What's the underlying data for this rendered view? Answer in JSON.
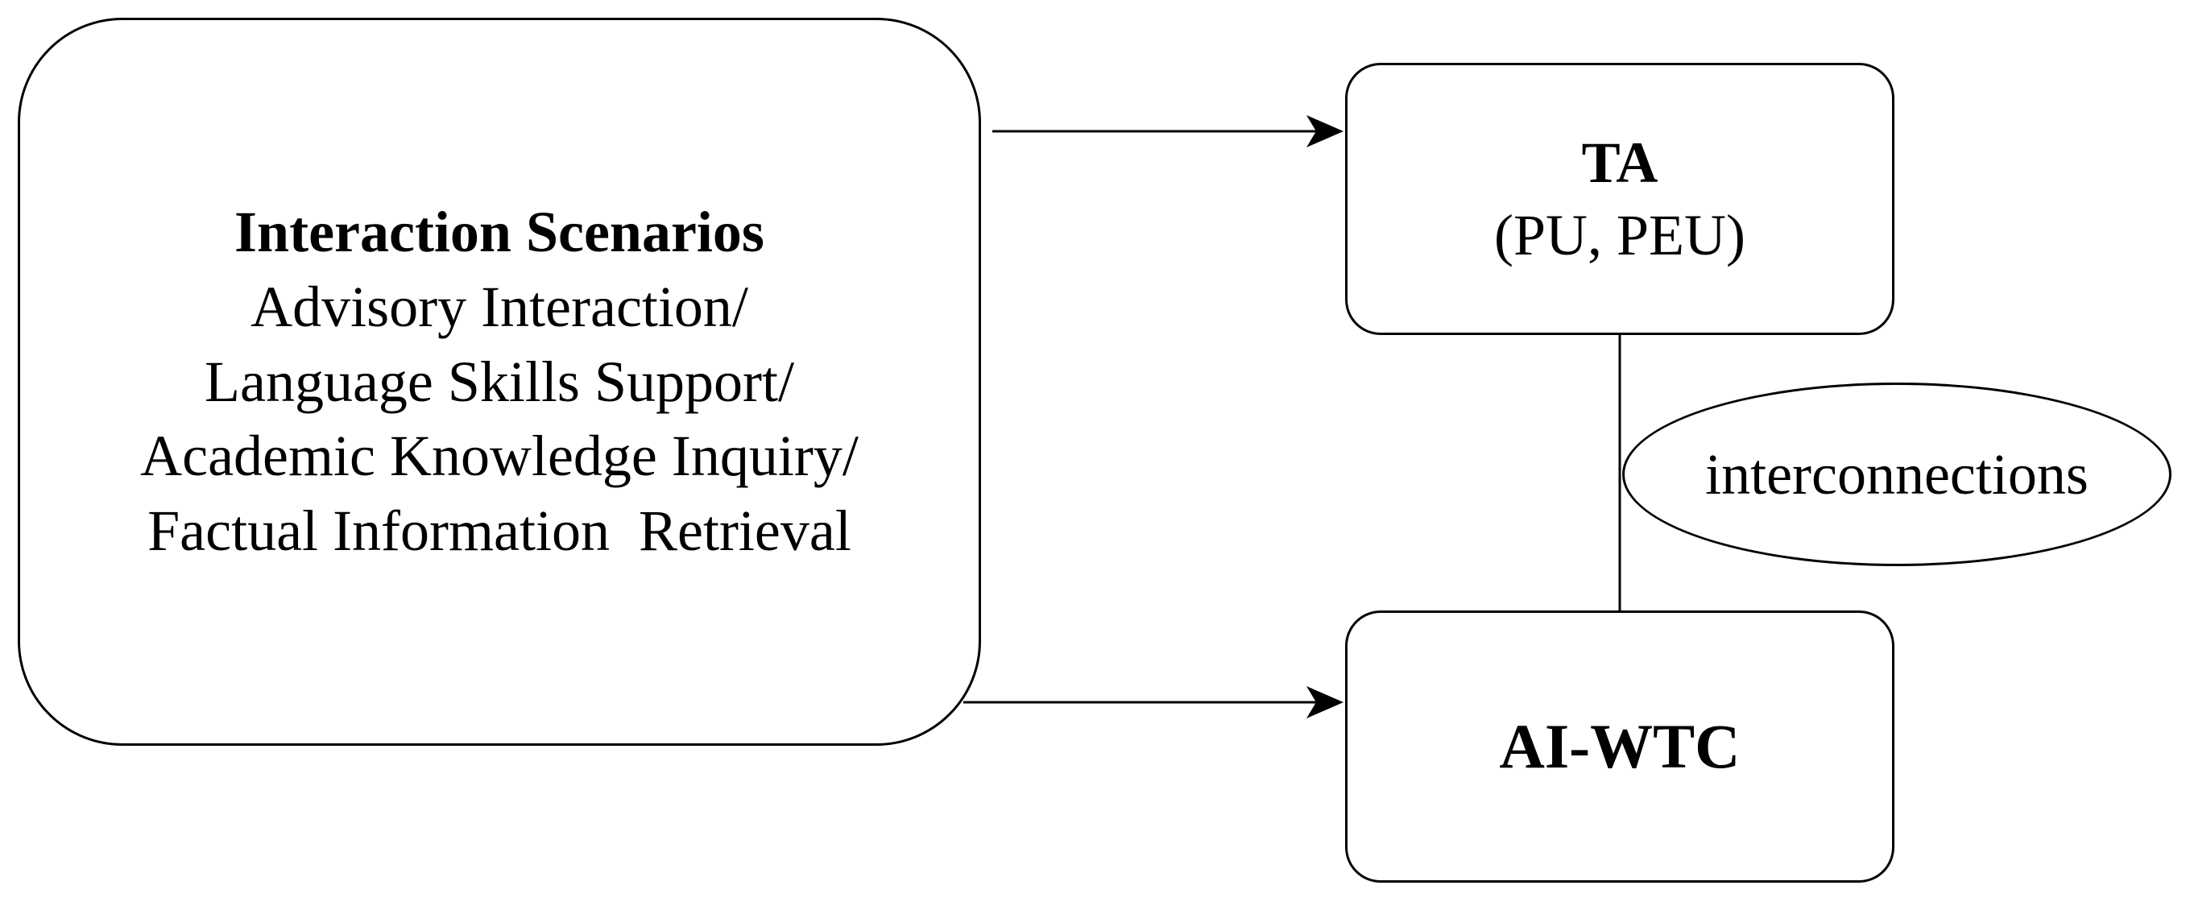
{
  "scenarios": {
    "title": "Interaction Scenarios",
    "lines": [
      "Advisory Interaction/",
      "Language Skills Support/",
      "Academic Knowledge Inquiry/",
      "Factual Information  Retrieval"
    ]
  },
  "ta": {
    "title": "TA",
    "subtitle": "(PU, PEU)"
  },
  "aiwtc": {
    "title": "AI-WTC"
  },
  "link": {
    "label": "interconnections"
  },
  "colors": {
    "stroke": "#000000",
    "background": "#ffffff"
  }
}
